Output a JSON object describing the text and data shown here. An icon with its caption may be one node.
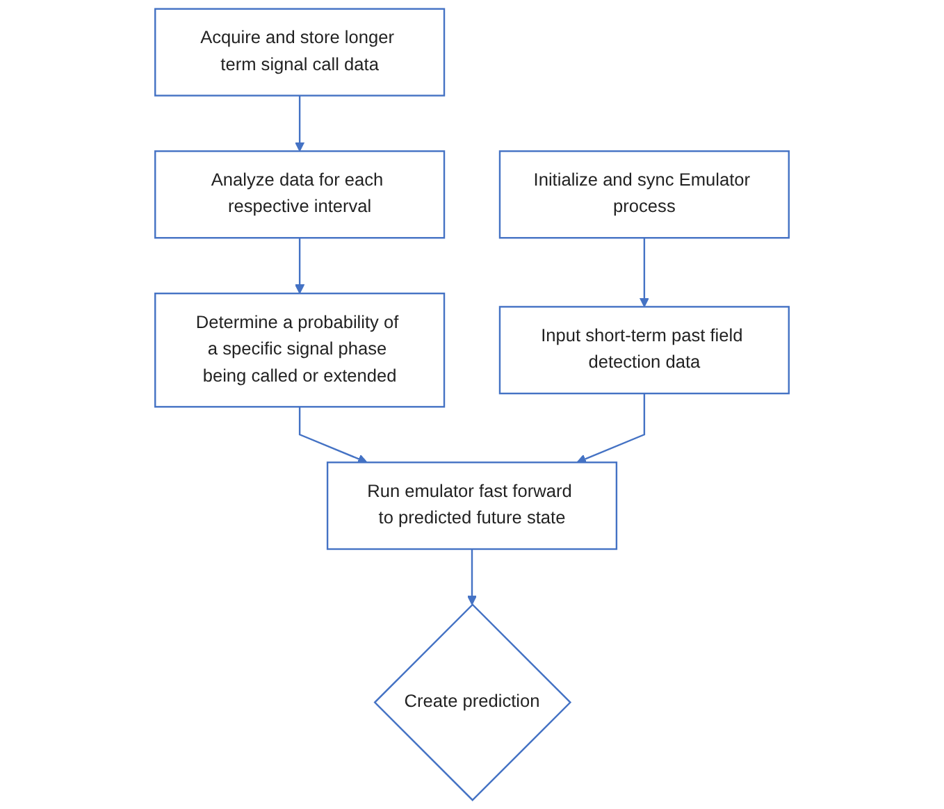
{
  "diagram": {
    "nodes": [
      {
        "text": [
          "Acquire and store longer term signal call data"
        ]
      },
      {
        "text": [
          "Analyze data for each respective interval"
        ]
      },
      {
        "text": [
          "Determine a probability of a specific signal phase being called or extended"
        ]
      },
      {
        "text": [
          "Initialize and sync Emulator process"
        ]
      },
      {
        "text": [
          "Input short-term past field detection data"
        ]
      },
      {
        "text": [
          "Run emulator fast forward to predicted future state"
        ]
      },
      {
        "text": [
          "Create prediction"
        ]
      }
    ],
    "edges": [
      {
        "from": 0,
        "to": 1,
        "arrow": "to"
      },
      {
        "from": 1,
        "to": 2,
        "arrow": "to"
      },
      {
        "from": 2,
        "to": 5,
        "arrow": "to"
      },
      {
        "from": 3,
        "to": 4,
        "arrow": "to"
      },
      {
        "from": 4,
        "to": 5,
        "arrow": "to"
      },
      {
        "from": 5,
        "to": 6,
        "arrow": "to"
      }
    ]
  }
}
